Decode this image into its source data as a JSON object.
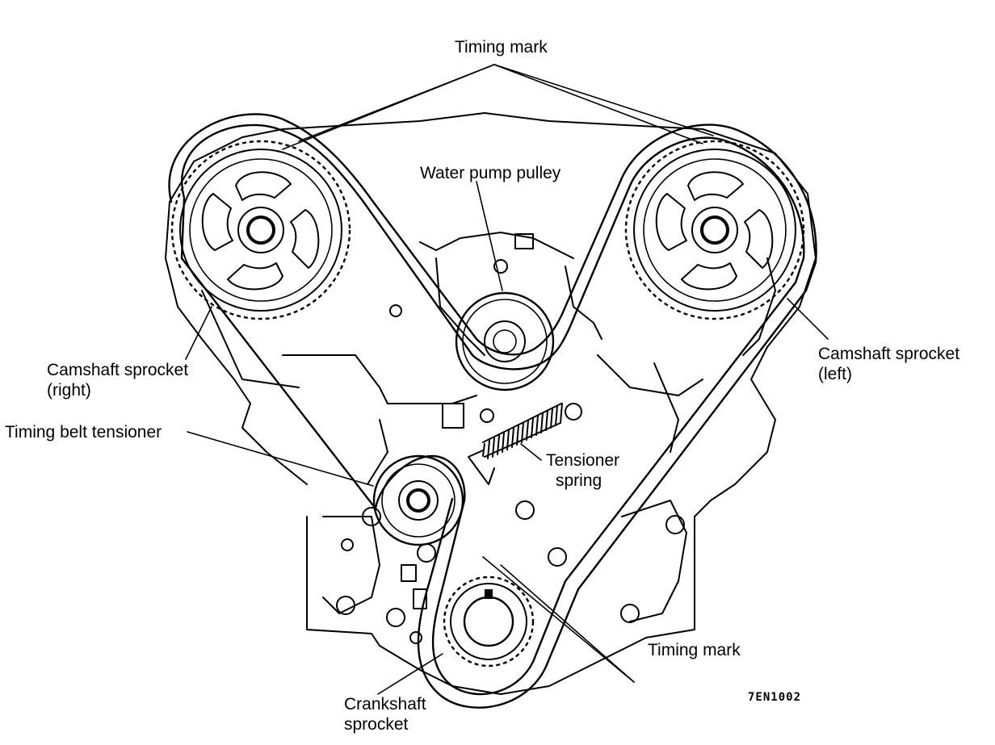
{
  "labels": {
    "timing_mark_top": "Timing mark",
    "water_pump_pulley": "Water pump pulley",
    "camshaft_sprocket_right": [
      "Camshaft sprocket",
      "(right)"
    ],
    "camshaft_sprocket_left": [
      "Camshaft sprocket",
      "(left)"
    ],
    "timing_belt_tensioner": "Timing belt tensioner",
    "tensioner_spring": [
      "Tensioner",
      "spring"
    ],
    "timing_mark_bottom": "Timing mark",
    "crankshaft_sprocket": [
      "Crankshaft",
      "sprocket"
    ],
    "figure_code": "7EN1002"
  }
}
